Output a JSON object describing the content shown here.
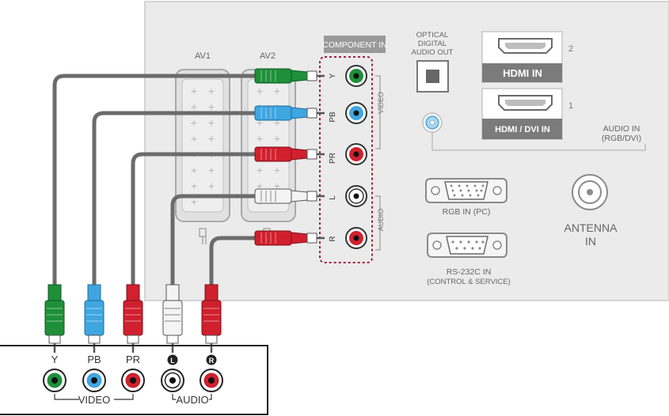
{
  "panel": {
    "av1_label": "AV1",
    "av2_label": "AV2",
    "component_in_label": "COMPONENT IN",
    "jack_y": "Y",
    "jack_pb": "PB",
    "jack_pr": "PR",
    "jack_l": "L",
    "jack_r": "R",
    "video_group_label": "VIDEO",
    "audio_group_label": "AUDIO",
    "optical_label": [
      "OPTICAL",
      "DIGITAL",
      "AUDIO OUT"
    ],
    "hdmi2_text": "HDMI IN",
    "hdmi2_number": "2",
    "hdmi1_text": "HDMI / DVI IN",
    "hdmi1_number": "1",
    "audio_in_label": [
      "AUDIO IN",
      "(RGB/DVI)"
    ],
    "rgb_in_label": "RGB IN (PC)",
    "rs232c_label": [
      "RS-232C IN",
      "(CONTROL & SERVICE)"
    ],
    "antenna_label": [
      "ANTENNA",
      "IN"
    ]
  },
  "device": {
    "jack_y": "Y",
    "jack_pb": "PB",
    "jack_pr": "PR",
    "jack_l": "L",
    "jack_r": "R",
    "video_label": "VIDEO",
    "audio_label": "AUDIO"
  },
  "colors": {
    "green": "#1f8f3a",
    "blue": "#3fa6e0",
    "red": "#d0202e",
    "white": "#f4f4f4",
    "cable": "#6b6b6b",
    "panel": "#e9e9e9",
    "component_border": "#a3203f"
  }
}
